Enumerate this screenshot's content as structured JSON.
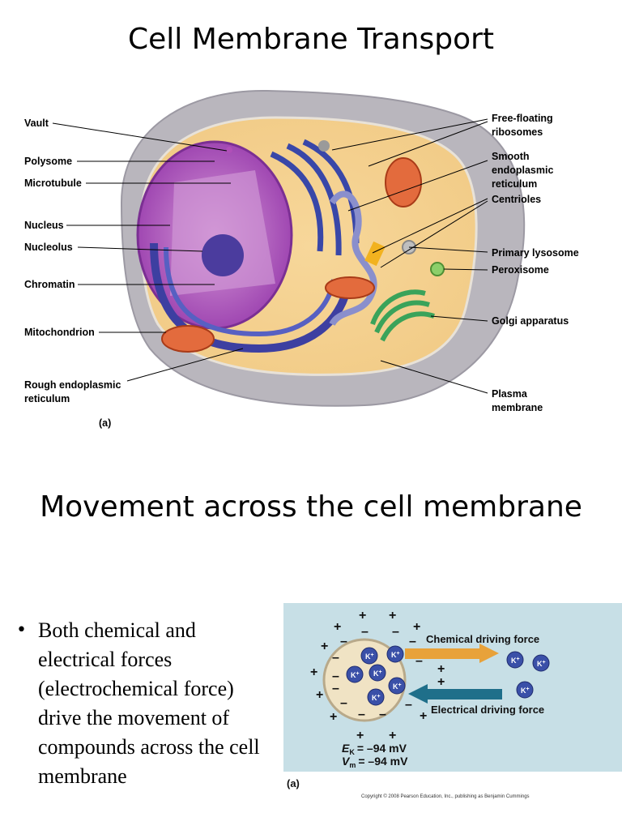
{
  "slide1": {
    "title": "Cell Membrane Transport"
  },
  "cell_diagram": {
    "labels_left": [
      "Vault",
      "Polysome",
      "Microtubule",
      "Nucleus",
      "Nucleolus",
      "Chromatin",
      "Mitochondrion"
    ],
    "label_rer": [
      "Rough endoplasmic",
      "reticulum"
    ],
    "labels_right": {
      "free_floating": [
        "Free-floating",
        "ribosomes"
      ],
      "smooth_er": [
        "Smooth",
        "endoplasmic",
        "reticulum"
      ],
      "centrioles": "Centrioles",
      "primary_lysosome": "Primary lysosome",
      "peroxisome": "Peroxisome",
      "golgi": "Golgi apparatus",
      "plasma": [
        "Plasma",
        "membrane"
      ]
    },
    "panel_label": "(a)"
  },
  "slide2": {
    "title": "Movement across the cell membrane",
    "bullet": "Both chemical and electrical forces (electrochemical force) drive the movement of compounds across the cell membrane"
  },
  "force_diagram": {
    "chemical_label": "Chemical driving force",
    "electrical_label": "Electrical driving force",
    "ion": "K",
    "charge": "+",
    "ek_value": "= –94 mV",
    "vm_value": "= –94 mV",
    "ek_symbol": "E",
    "ek_sub": "K",
    "vm_symbol": "V",
    "vm_sub": "m",
    "panel_label": "(a)",
    "copyright": "Copyright © 2008 Pearson Education, Inc., publishing as Benjamin Cummings",
    "colors": {
      "background": "#c7dfe6",
      "cell_fill": "#f0e3c4",
      "ion_fill": "#3a50a8",
      "chemical_arrow": "#e8a23a",
      "electrical_arrow": "#1f6f8a"
    }
  }
}
